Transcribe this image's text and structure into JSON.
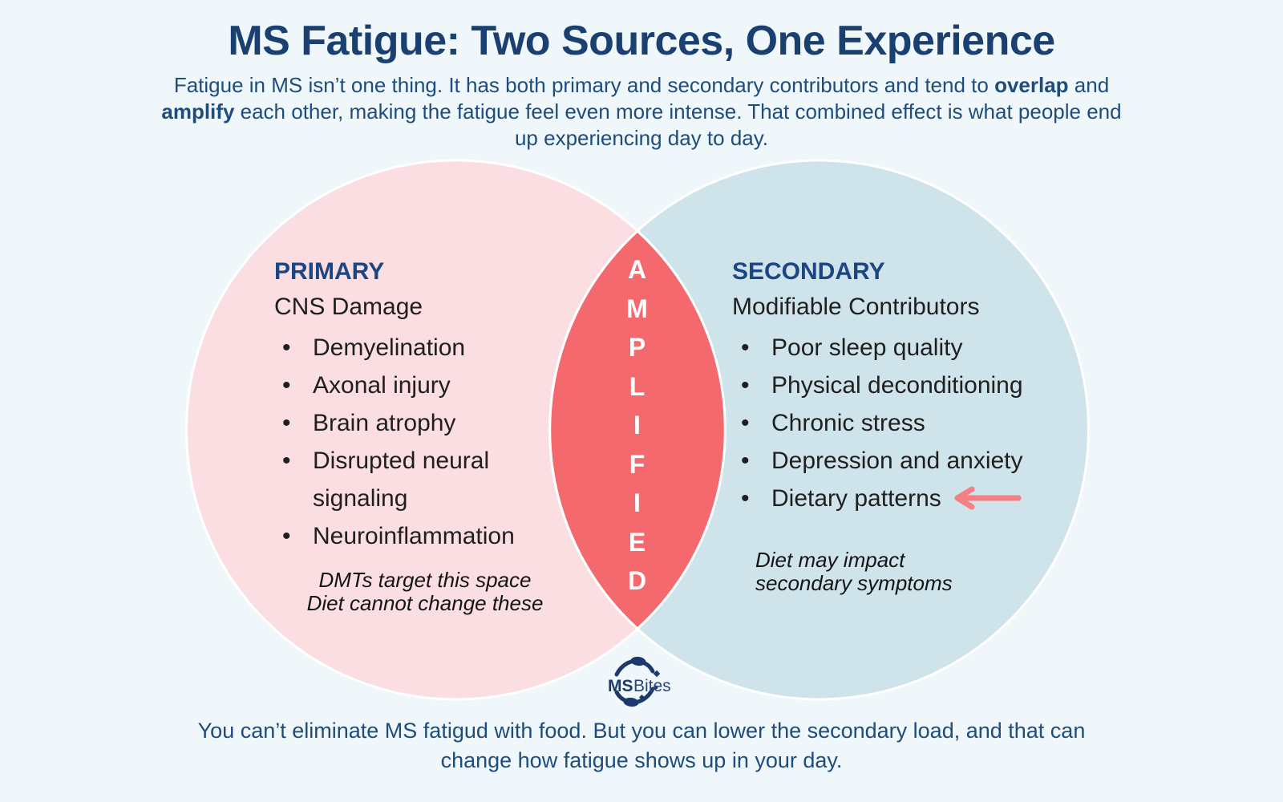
{
  "header": {
    "title": "MS Fatigue: Two Sources, One Experience",
    "subtitle_lines": [
      {
        "pre": "Fatigue in MS isn’t one thing. It has both primary and secondary contributors and tend to ",
        "bold": "overlap",
        "post": " and"
      },
      {
        "pre": "",
        "bold": "amplify",
        "post": " each other, making the fatigue feel even more intense. That combined effect is what people end"
      },
      {
        "pre": "up experiencing day to day.",
        "bold": "",
        "post": ""
      }
    ]
  },
  "venn": {
    "primary": {
      "label": "PRIMARY",
      "subtitle": "CNS Damage",
      "items": [
        "Demyelination",
        "Axonal injury",
        "Brain atrophy",
        "Disrupted neural signaling",
        "Neuroinflammation"
      ],
      "note_lines": [
        "DMTs target this space",
        "Diet cannot change these"
      ]
    },
    "secondary": {
      "label": "SECONDARY",
      "subtitle": "Modifiable Contributors",
      "items": [
        "Poor sleep quality",
        "Physical deconditioning",
        "Chronic stress",
        "Depression and anxiety",
        "Dietary patterns"
      ],
      "note_lines": [
        "Diet may impact",
        "secondary symptoms"
      ]
    },
    "overlap": {
      "word": "AMPLIFIED",
      "letters": [
        "A",
        "M",
        "P",
        "L",
        "I",
        "F",
        "I",
        "E",
        "D"
      ]
    }
  },
  "logo": {
    "ms": "MS",
    "bites": "Bites"
  },
  "footer_lines": [
    "You can’t eliminate MS fatigud with food. But you can lower the secondary load, and that can",
    "change how fatigue shows up in your day."
  ],
  "colors": {
    "background": "#eff7fb",
    "title-navy": "#1a4071",
    "heading-navy": "#1b4583",
    "body-navy": "#1d4c7d",
    "text-dark": "#1f1f1f",
    "pink": "#fadee1",
    "blue": "#cee3ea",
    "coral": "#f4696e",
    "arrow-coral": "#f58084",
    "logo-navy": "#1b3a6b",
    "white": "#ffffff"
  }
}
